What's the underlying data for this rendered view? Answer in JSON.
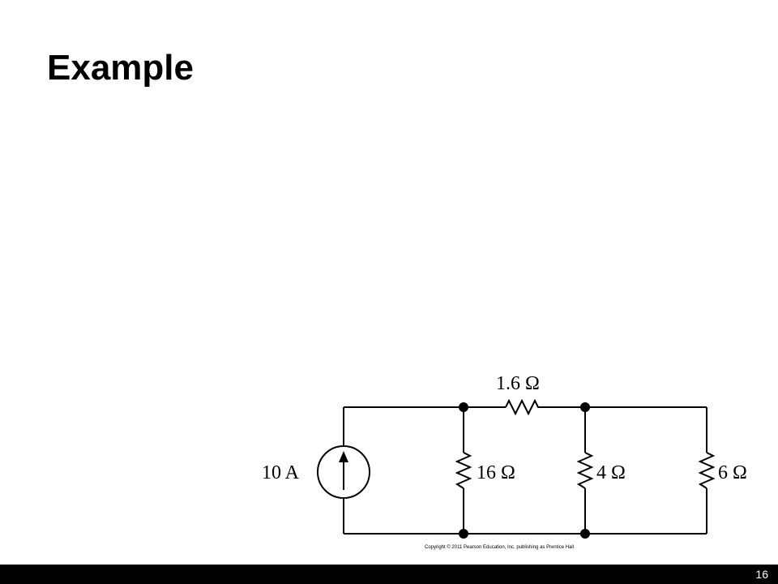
{
  "slide": {
    "title": "Example",
    "page_number": "16",
    "copyright": "Copyright © 2011 Pearson Education, Inc. publishing as Prentice Hall"
  },
  "circuit": {
    "source_label": "10 A",
    "series_resistor_label": "1.6 Ω",
    "resistor_16_label": "16 Ω",
    "resistor_4_label": "4 Ω",
    "resistor_6_label": "6 Ω"
  },
  "colors": {
    "background": "#ffffff",
    "footer": "#000000",
    "ink": "#000000"
  }
}
